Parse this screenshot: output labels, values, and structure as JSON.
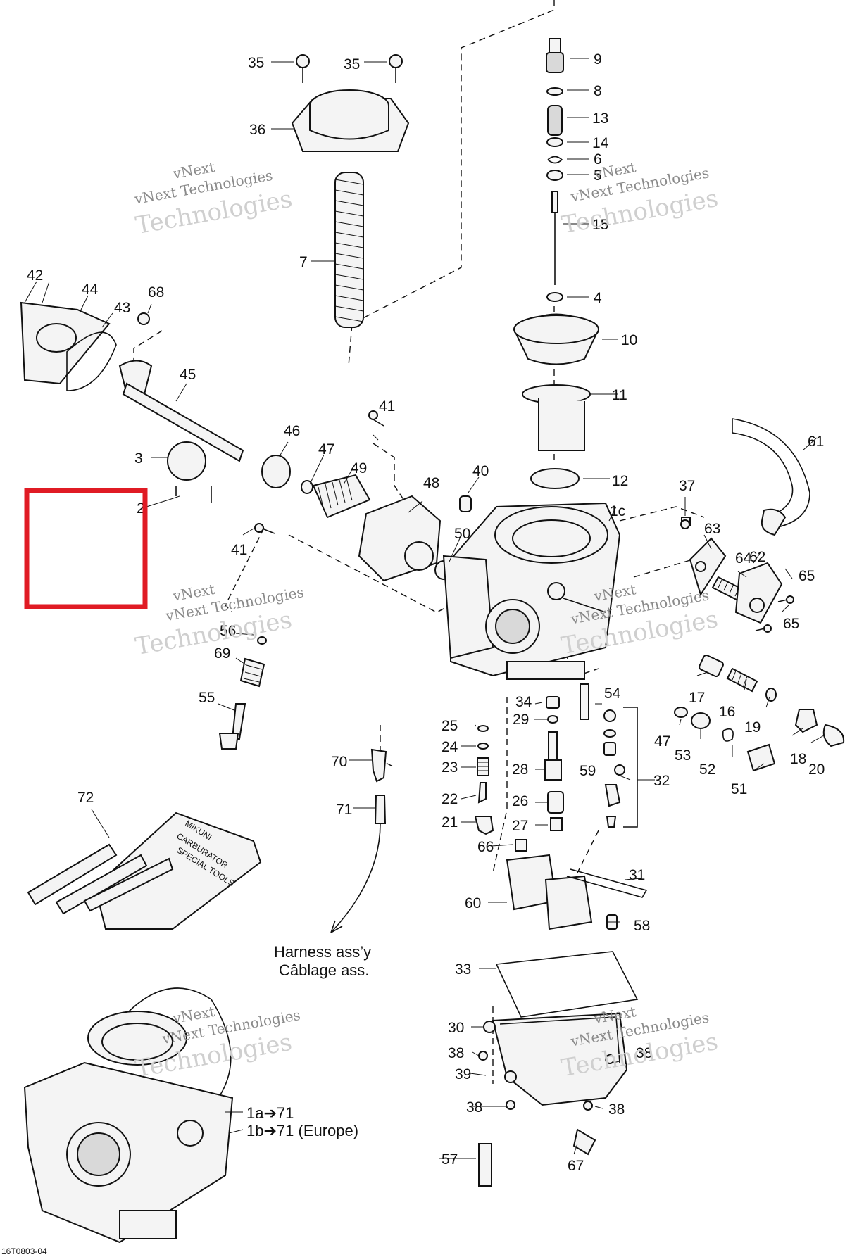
{
  "callouts": [
    {
      "id": "c35a",
      "text": "35"
    },
    {
      "id": "c35b",
      "text": "35"
    },
    {
      "id": "c36",
      "text": "36"
    },
    {
      "id": "c7",
      "text": "7"
    },
    {
      "id": "c9",
      "text": "9"
    },
    {
      "id": "c8",
      "text": "8"
    },
    {
      "id": "c13",
      "text": "13"
    },
    {
      "id": "c14",
      "text": "14"
    },
    {
      "id": "c6",
      "text": "6"
    },
    {
      "id": "c5",
      "text": "5"
    },
    {
      "id": "c15",
      "text": "15"
    },
    {
      "id": "c4",
      "text": "4"
    },
    {
      "id": "c10",
      "text": "10"
    },
    {
      "id": "c11",
      "text": "11"
    },
    {
      "id": "c12",
      "text": "12"
    },
    {
      "id": "c1c",
      "text": "1c"
    },
    {
      "id": "c42",
      "text": "42"
    },
    {
      "id": "c44",
      "text": "44"
    },
    {
      "id": "c43",
      "text": "43"
    },
    {
      "id": "c68",
      "text": "68"
    },
    {
      "id": "c45",
      "text": "45"
    },
    {
      "id": "c3",
      "text": "3"
    },
    {
      "id": "c2",
      "text": "2"
    },
    {
      "id": "c46",
      "text": "46"
    },
    {
      "id": "c47a",
      "text": "47"
    },
    {
      "id": "c49",
      "text": "49"
    },
    {
      "id": "c41a",
      "text": "41"
    },
    {
      "id": "c41b",
      "text": "41"
    },
    {
      "id": "c48",
      "text": "48"
    },
    {
      "id": "c40",
      "text": "40"
    },
    {
      "id": "c50",
      "text": "50"
    },
    {
      "id": "c61",
      "text": "61"
    },
    {
      "id": "c37",
      "text": "37"
    },
    {
      "id": "c63",
      "text": "63"
    },
    {
      "id": "c64",
      "text": "64"
    },
    {
      "id": "c62",
      "text": "62"
    },
    {
      "id": "c65a",
      "text": "65"
    },
    {
      "id": "c65b",
      "text": "65"
    },
    {
      "id": "c56",
      "text": "56"
    },
    {
      "id": "c69",
      "text": "69"
    },
    {
      "id": "c55",
      "text": "55"
    },
    {
      "id": "c54",
      "text": "54"
    },
    {
      "id": "c34",
      "text": "34"
    },
    {
      "id": "c29",
      "text": "29"
    },
    {
      "id": "c25",
      "text": "25"
    },
    {
      "id": "c24",
      "text": "24"
    },
    {
      "id": "c23",
      "text": "23"
    },
    {
      "id": "c28",
      "text": "28"
    },
    {
      "id": "c59",
      "text": "59"
    },
    {
      "id": "c32",
      "text": "32"
    },
    {
      "id": "c22",
      "text": "22"
    },
    {
      "id": "c26",
      "text": "26"
    },
    {
      "id": "c21",
      "text": "21"
    },
    {
      "id": "c27",
      "text": "27"
    },
    {
      "id": "c66",
      "text": "66"
    },
    {
      "id": "c17",
      "text": "17"
    },
    {
      "id": "c16",
      "text": "16"
    },
    {
      "id": "c19",
      "text": "19"
    },
    {
      "id": "c47b",
      "text": "47"
    },
    {
      "id": "c53",
      "text": "53"
    },
    {
      "id": "c52",
      "text": "52"
    },
    {
      "id": "c18",
      "text": "18"
    },
    {
      "id": "c20",
      "text": "20"
    },
    {
      "id": "c51",
      "text": "51"
    },
    {
      "id": "c70",
      "text": "70"
    },
    {
      "id": "c71",
      "text": "71"
    },
    {
      "id": "c72",
      "text": "72"
    },
    {
      "id": "c31",
      "text": "31"
    },
    {
      "id": "c60",
      "text": "60"
    },
    {
      "id": "c58",
      "text": "58"
    },
    {
      "id": "c33",
      "text": "33"
    },
    {
      "id": "c30",
      "text": "30"
    },
    {
      "id": "c38a",
      "text": "38"
    },
    {
      "id": "c38b",
      "text": "38"
    },
    {
      "id": "c39",
      "text": "39"
    },
    {
      "id": "c38c",
      "text": "38"
    },
    {
      "id": "c38d",
      "text": "38"
    },
    {
      "id": "c57",
      "text": "57"
    },
    {
      "id": "c67",
      "text": "67"
    }
  ],
  "notes": {
    "harness_en": "Harness ass’y",
    "harness_fr": "Câblage ass.",
    "assembly_line1": "1a➔71",
    "assembly_line2": "1b➔71 (Europe)",
    "figure_code": "16T0803-04",
    "toolkit_brand": "MIKUNI",
    "toolkit_line1": "CARBURATOR",
    "toolkit_line2": "SPECIAL TOOLS"
  },
  "watermark": {
    "line1": "vNext Technologies",
    "line2": "Technologies",
    "line3": "vNext"
  },
  "highlight": {
    "color": "#e01b24"
  }
}
